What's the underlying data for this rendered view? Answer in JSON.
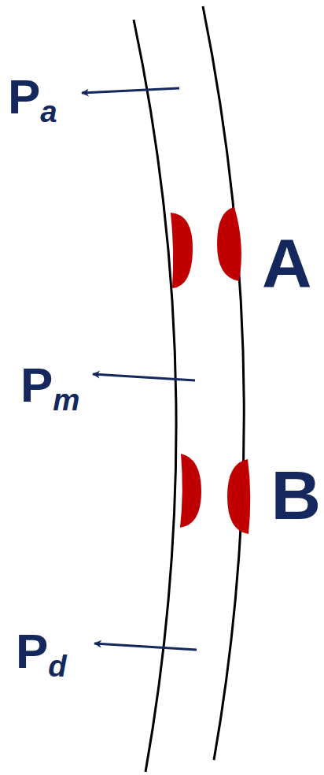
{
  "diagram": {
    "labels": [
      "Pa",
      "A",
      "Pm",
      "B",
      "Pd"
    ]
  }
}
